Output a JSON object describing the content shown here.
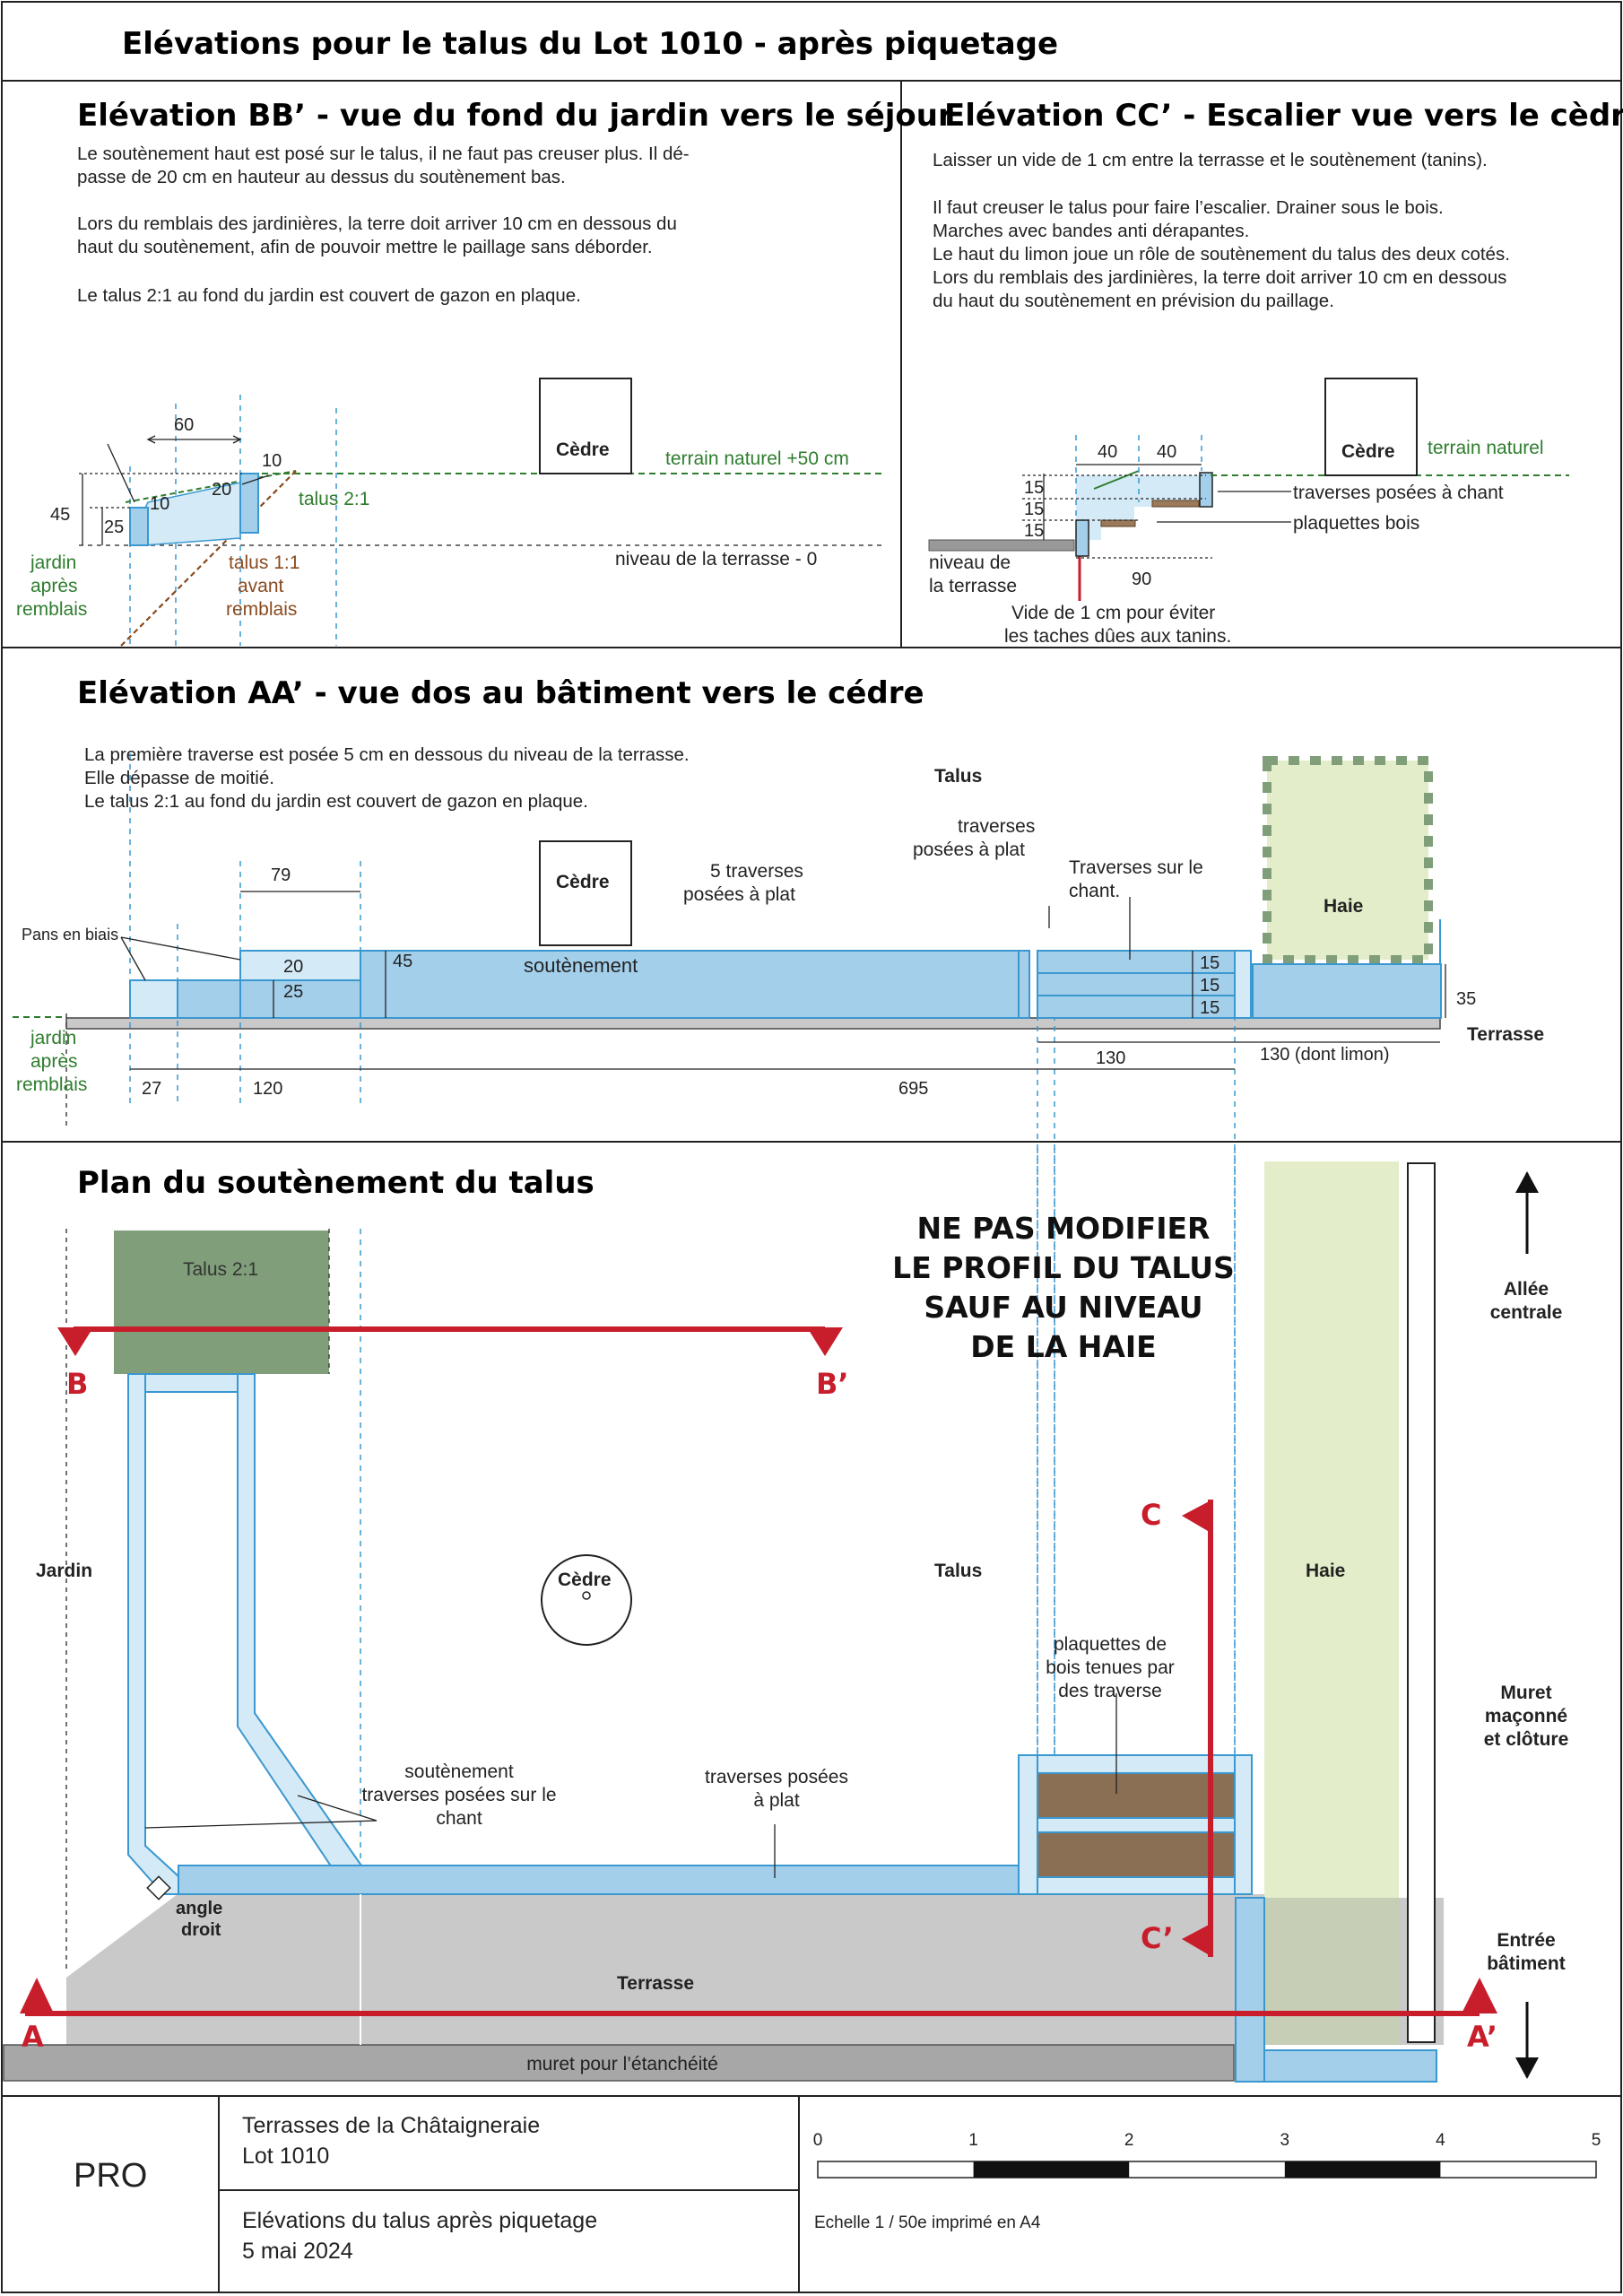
{
  "title": "Elévations pour le talus du Lot 1010 - après piquetage",
  "bb": {
    "title": "Elévation BB’ - vue du fond du jardin vers le séjour",
    "notes": [
      "Le soutènement haut est posé sur le talus, il ne faut pas creuser plus. Il dé-",
      "passe de 20 cm en hauteur au dessus du soutènement bas.",
      "Lors du remblais des jardinières, la terre doit arriver 10 cm en dessous du",
      "haut du soutènement, afin de pouvoir mettre le paillage sans déborder.",
      "Le talus 2:1 au fond du jardin est couvert de gazon en plaque."
    ],
    "dims": {
      "d60": "60",
      "d10a": "10",
      "d20": "20",
      "d10b": "10",
      "d45": "45",
      "d25": "25"
    },
    "labels": {
      "talus21": "talus 2:1",
      "jardin": [
        "jardin",
        "après",
        "remblais"
      ],
      "talus11": [
        "talus 1:1",
        "avant",
        "remblais"
      ],
      "cedre": "Cèdre",
      "terrain": "terrain naturel +50 cm",
      "niveau": "niveau de la terrasse - 0"
    }
  },
  "cc": {
    "title": "Elévation CC’ - Escalier vue vers le cèdre",
    "notes": [
      "Laisser un vide de 1 cm entre la terrasse et le soutènement (tanins).",
      "Il faut creuser le talus pour faire l’escalier. Drainer sous le bois.",
      "Marches avec bandes anti dérapantes.",
      "Le haut du limon joue un rôle de soutènement du talus des deux cotés.",
      "Lors du remblais des jardinières, la terre doit arriver 10 cm en dessous",
      "du haut du soutènement en prévision du paillage."
    ],
    "dims": {
      "d40a": "40",
      "d40b": "40",
      "s1": "15",
      "s2": "15",
      "s3": "15",
      "d90": "90"
    },
    "labels": {
      "cedre": "Cèdre",
      "terrain": "terrain naturel",
      "traverses": "traverses posées à chant",
      "plaquettes": "plaquettes bois",
      "niveau": [
        "niveau de",
        "la terrasse"
      ],
      "vide": [
        "Vide de 1 cm pour éviter",
        "les taches dûes aux tanins."
      ]
    }
  },
  "aa": {
    "title": "Elévation AA’ - vue dos au bâtiment vers le cédre",
    "notes": [
      "La première traverse est posée 5 cm en dessous du niveau de la terrasse.",
      "Elle dépasse de moitié.",
      "Le talus 2:1 au fond du jardin est couvert de gazon en plaque."
    ],
    "labels": {
      "talus": "Talus",
      "pans": "Pans en biais",
      "cedre": "Cèdre",
      "cinq": [
        "5 traverses",
        "posées à plat"
      ],
      "traverses_plat": [
        "traverses",
        "posées à plat"
      ],
      "chant": [
        "Traverses sur le",
        "chant."
      ],
      "haie": "Haie",
      "soutenement": "soutènement",
      "terrasse": "Terrasse",
      "jardin": [
        "jardin",
        "après",
        "remblais"
      ]
    },
    "dims": {
      "d79": "79",
      "d20": "20",
      "d25": "25",
      "d45": "45",
      "s1": "15",
      "s2": "15",
      "s3": "15",
      "d35": "35",
      "d130": "130",
      "d130l": "130 (dont limon)",
      "d27": "27",
      "d120": "120",
      "d695": "695"
    }
  },
  "plan": {
    "title": "Plan du soutènement du talus",
    "warning": [
      "NE PAS MODIFIER",
      "LE PROFIL DU TALUS",
      "SAUF AU NIVEAU",
      "DE LA HAIE"
    ],
    "labels": {
      "talus21": "Talus 2:1",
      "b": "B",
      "bp": "B’",
      "c": "C",
      "cp": "C’",
      "a": "A",
      "ap": "A’",
      "jardin": "Jardin",
      "cedre": "Cèdre",
      "talus": "Talus",
      "haie": "Haie",
      "allee": [
        "Allée",
        "centrale"
      ],
      "muret": [
        "Muret",
        "maçonné",
        "et clôture"
      ],
      "entree": [
        "Entrée",
        "bâtiment"
      ],
      "plaquettes": [
        "plaquettes de",
        "bois tenues par",
        "des traverse"
      ],
      "soutenement": [
        "soutènement",
        "traverses posées sur le",
        "chant"
      ],
      "traverses": [
        "traverses posées",
        "à plat"
      ],
      "angle": [
        "angle",
        "droit"
      ],
      "terrasse": "Terrasse",
      "muret_etanch": "muret pour l’étanchéité"
    }
  },
  "cartouche": {
    "pro": "PRO",
    "project": [
      "Terrasses de la Châtaigneraie",
      "Lot 1010"
    ],
    "drawing": [
      "Elévations du talus après piquetage",
      "5 mai 2024"
    ],
    "scale_ticks": [
      "0",
      "1",
      "2",
      "3",
      "4",
      "5"
    ],
    "scale_text": "Echelle 1 / 50e imprimé en A4"
  },
  "colors": {
    "blue_fill": "#a3cfea",
    "blue_light": "#d4eaf7",
    "blue_stroke": "#3a98d0",
    "red": "#c81e2c",
    "green": "#2e7d2e",
    "brown": "#8a4a1e",
    "haie": "#e3edc9",
    "talus": "#7f9e79",
    "terrasse": "#c9c9c9",
    "muret": "#a7a7a7"
  }
}
